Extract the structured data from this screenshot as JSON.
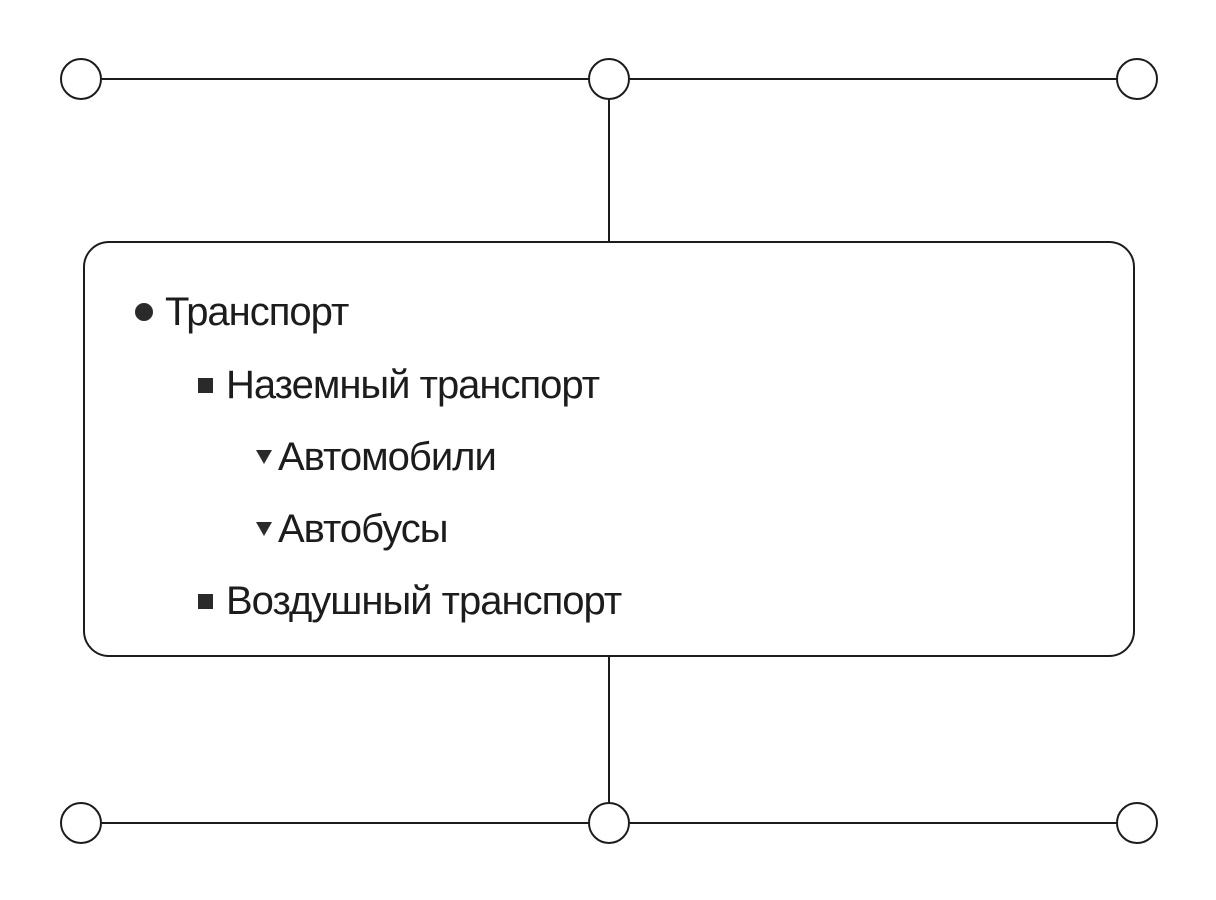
{
  "outline": {
    "root": "Транспорт",
    "groups": [
      {
        "label": "Наземный транспорт",
        "children": [
          "Автомобили",
          "Автобусы"
        ]
      },
      {
        "label": "Воздушный транспорт",
        "children": []
      }
    ]
  },
  "markers": {
    "level0": "circle-bullet-icon",
    "level1": "square-bullet-icon",
    "level2": "triangle-down-bullet-icon"
  },
  "colors": {
    "stroke": "#1c1c1c",
    "node_fill": "#ffffff",
    "text": "#1c1c1c",
    "background": "#ffffff"
  }
}
